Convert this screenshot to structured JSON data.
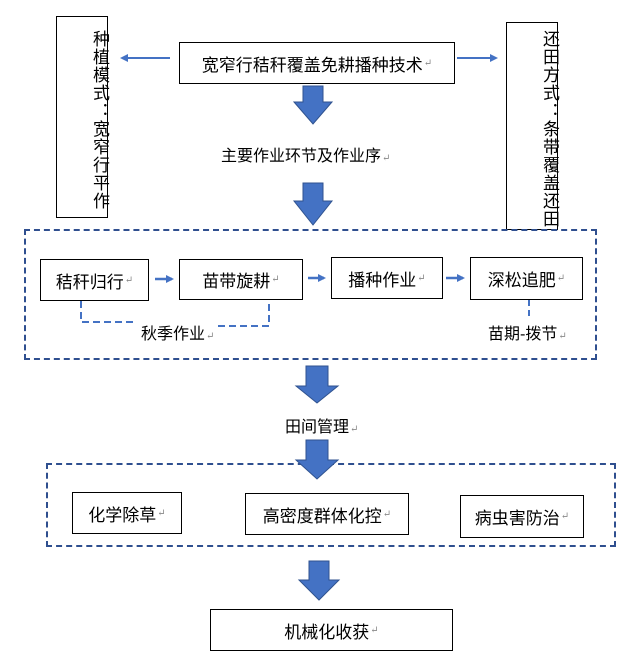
{
  "title": "宽窄行秸秆覆盖免耕播种技术",
  "planting_mode": "种植模式：宽窄行平作",
  "return_mode": "还田方式：条带覆盖还田",
  "main_steps_label": "主要作业环节及作业序",
  "operations": [
    {
      "label": "秸秆归行"
    },
    {
      "label": "苗带旋耕"
    },
    {
      "label": "播种作业"
    },
    {
      "label": "深松追肥"
    }
  ],
  "autumn_label": "秋季作业",
  "seedling_label": "苗期-拨节",
  "field_management_label": "田间管理",
  "management_items": [
    {
      "label": "化学除草"
    },
    {
      "label": "高密度群体化控"
    },
    {
      "label": "病虫害防治"
    }
  ],
  "harvest_label": "机械化收获",
  "paragraph_mark": "↵",
  "colors": {
    "arrow_fill": "#4472C4",
    "arrow_stroke": "#2F528F",
    "dash_group": "#2F4F8F",
    "connector": "#4472C4"
  }
}
